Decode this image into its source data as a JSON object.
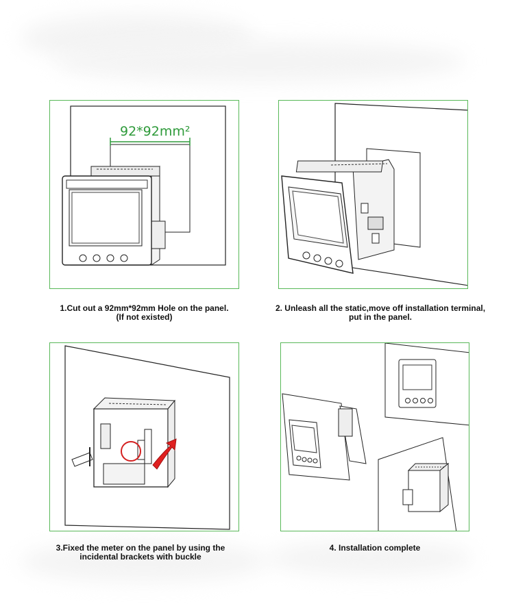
{
  "steps": [
    {
      "caption": "1.Cut out a 92mm*92mm Hole  on the panel.\n(If not existed)"
    },
    {
      "caption": "2. Unleash all the static,move off installation terminal,\nput in the panel."
    },
    {
      "caption": "3.Fixed the meter on the panel by using the\nincidental brackets with buckle"
    },
    {
      "caption": "4. Installation complete"
    }
  ],
  "dimension_label": "92*92mm²",
  "colors": {
    "frame": "#58b858",
    "dimension": "#2e9a3a",
    "arrow": "#e02020",
    "circle": "#d42020"
  }
}
